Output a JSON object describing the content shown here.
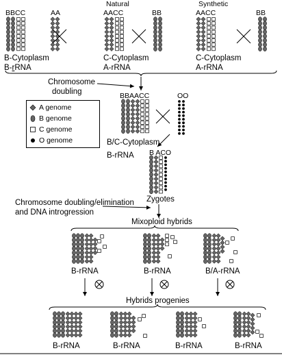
{
  "top": {
    "group1": {
      "left_genome": "BBCC",
      "right_genome": "AA",
      "cytoplasm": "B-Cytoplasm",
      "rrna_prefix": "B-",
      "rrna_underlined": "r",
      "rrna_rest": "RNA"
    },
    "group2": {
      "header": "Natural",
      "left_genome": "AACC",
      "right_genome": "BB",
      "cytoplasm": "C-Cytoplasm",
      "rrna": "A-rRNA"
    },
    "group3": {
      "header": "Synthetic",
      "left_genome": "AACC",
      "right_genome": "BB",
      "cytoplasm": "C-Cytoplasm",
      "rrna": "A-rRNA"
    }
  },
  "step1": {
    "label_line1": "Chromosome",
    "label_line2": "doubling"
  },
  "legend": {
    "items": [
      {
        "symbol": "diamond",
        "label": "A genome"
      },
      {
        "symbol": "oval",
        "label": "B genome"
      },
      {
        "symbol": "square",
        "label": "C genome"
      },
      {
        "symbol": "dot",
        "label": "O genome"
      }
    ]
  },
  "hybrid": {
    "left_genome": "BBAACC",
    "right_genome": "OO",
    "cytoplasm": "B/C-Cytoplasm",
    "rrna": "B-rRNA"
  },
  "zygote": {
    "genome": "B ACO",
    "label": "Zygotes"
  },
  "step2": {
    "label_line1": "Chromosome doubling/elimination",
    "label_line2": "and DNA introgression"
  },
  "mixoploid": {
    "title": "Mixoploid hybrids",
    "rrna": [
      "B-rRNA",
      "B-rRNA",
      "B/A-rRNA"
    ]
  },
  "progeny": {
    "title": "Hybrids progenies",
    "rrna": [
      "B-rRNA",
      "B-rRNA",
      "B-rRNA",
      "B-rRNA"
    ]
  },
  "colors": {
    "ink": "#000000",
    "fill": "#666666",
    "open": "#ffffff"
  }
}
